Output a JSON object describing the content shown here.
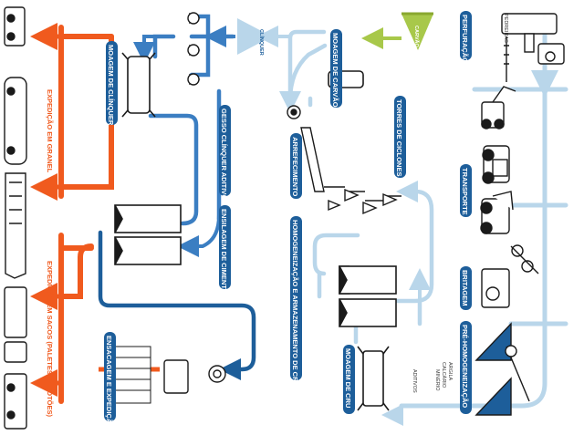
{
  "colors": {
    "orange": "#f05a1e",
    "blue_dark": "#1d5e9a",
    "blue_mid": "#3b7ec2",
    "blue_light": "#b9d6ea",
    "green": "#a8c84a",
    "ink": "#1a1a1a"
  },
  "labels": {
    "pedreiras": "PEDREIRAS",
    "perfuracao": "PERFURAÇÃO",
    "transporte": "TRANSPORTE",
    "britagem": "BRITAGEM",
    "pre_homogeneizacao": "PRÉ-HOMOGENEIZAÇÃO",
    "argila": "ARGILA",
    "calcario": "CALCÁRIO",
    "minerio": "MINÉRIO",
    "aditivos": "ADITIVOS",
    "moagem_de_cru": "MOAGEM DE CRU",
    "homog_armazenamento_cru": "HOMOGENEIZAÇÃO E ARMAZENAMENTO DE CRU",
    "torres_de_ciclones": "TORRES DE CICLONES",
    "carvao": "CARVÃO",
    "moagem_de_carvao": "MOAGEM DE CARVÃO",
    "arrefecimento": "ARREFECIMENTO",
    "clinquer": "CLÍNQUER",
    "moagem_de_clinquer": "MOAGEM DE CLÍNQUER",
    "gesso_clinquer_aditivos": "GESSO CLÍNQUER ADITIVOS",
    "ensilagem_de_cimento": "ENSILAGEM DE CIMENTO",
    "ensacagem_e_expedicao": "ENSACAGEM E EXPEDIÇÃO",
    "expedicao_em_granel": "EXPEDIÇÃO EM GRANEL",
    "expedicao_em_sacos": "EXPEDIÇÃO EM SACOS (PALETES/PACOTÕES)"
  },
  "icons": [
    "drill-rig-icon",
    "excavator-icon",
    "dump-truck-icon",
    "crusher-icon",
    "stacker-reclaimer-icon",
    "raw-mill-icon",
    "silo-icon",
    "cyclone-tower-icon",
    "rotary-kiln-icon",
    "coal-hopper-icon",
    "cooler-fan-icon",
    "cement-mill-icon",
    "packing-machine-icon",
    "bag-stack-icon",
    "tanker-truck-icon",
    "cargo-ship-icon",
    "freight-train-icon",
    "flatbed-truck-icon"
  ]
}
